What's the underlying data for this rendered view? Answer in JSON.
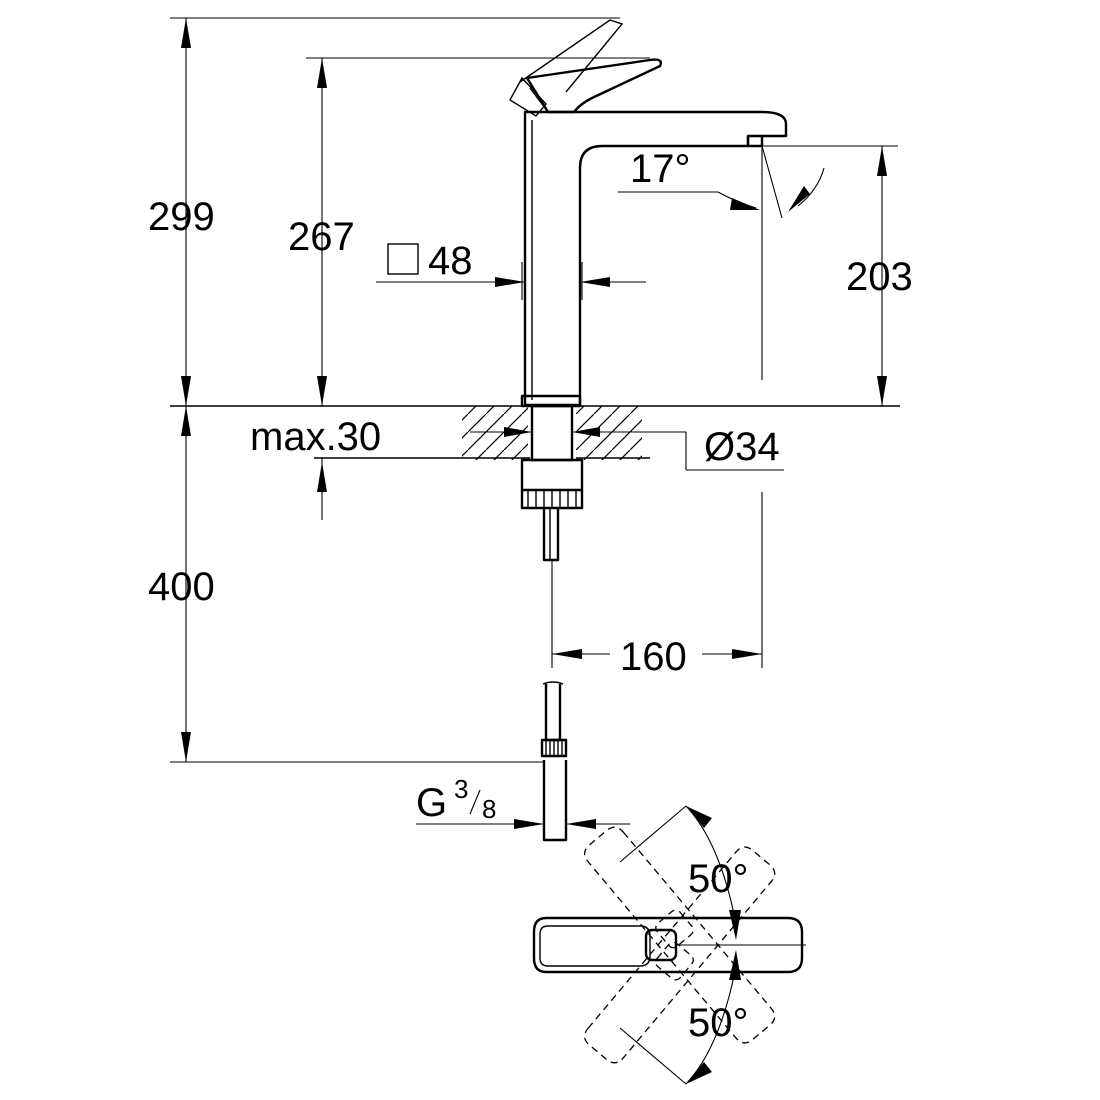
{
  "dimensions": {
    "overall_height": "299",
    "spout_height": "267",
    "spout_angle": "17°",
    "body_width": "48",
    "outlet_height": "203",
    "max_counter_thickness": "max.30",
    "hole_diameter": "Ø34",
    "hose_length": "400",
    "projection": "160",
    "connection_thread": "G",
    "thread_numerator": "3",
    "thread_denominator": "8",
    "lever_angle_back": "50°",
    "lever_angle_front": "50°"
  },
  "colors": {
    "line": "#000000",
    "background": "#ffffff"
  }
}
